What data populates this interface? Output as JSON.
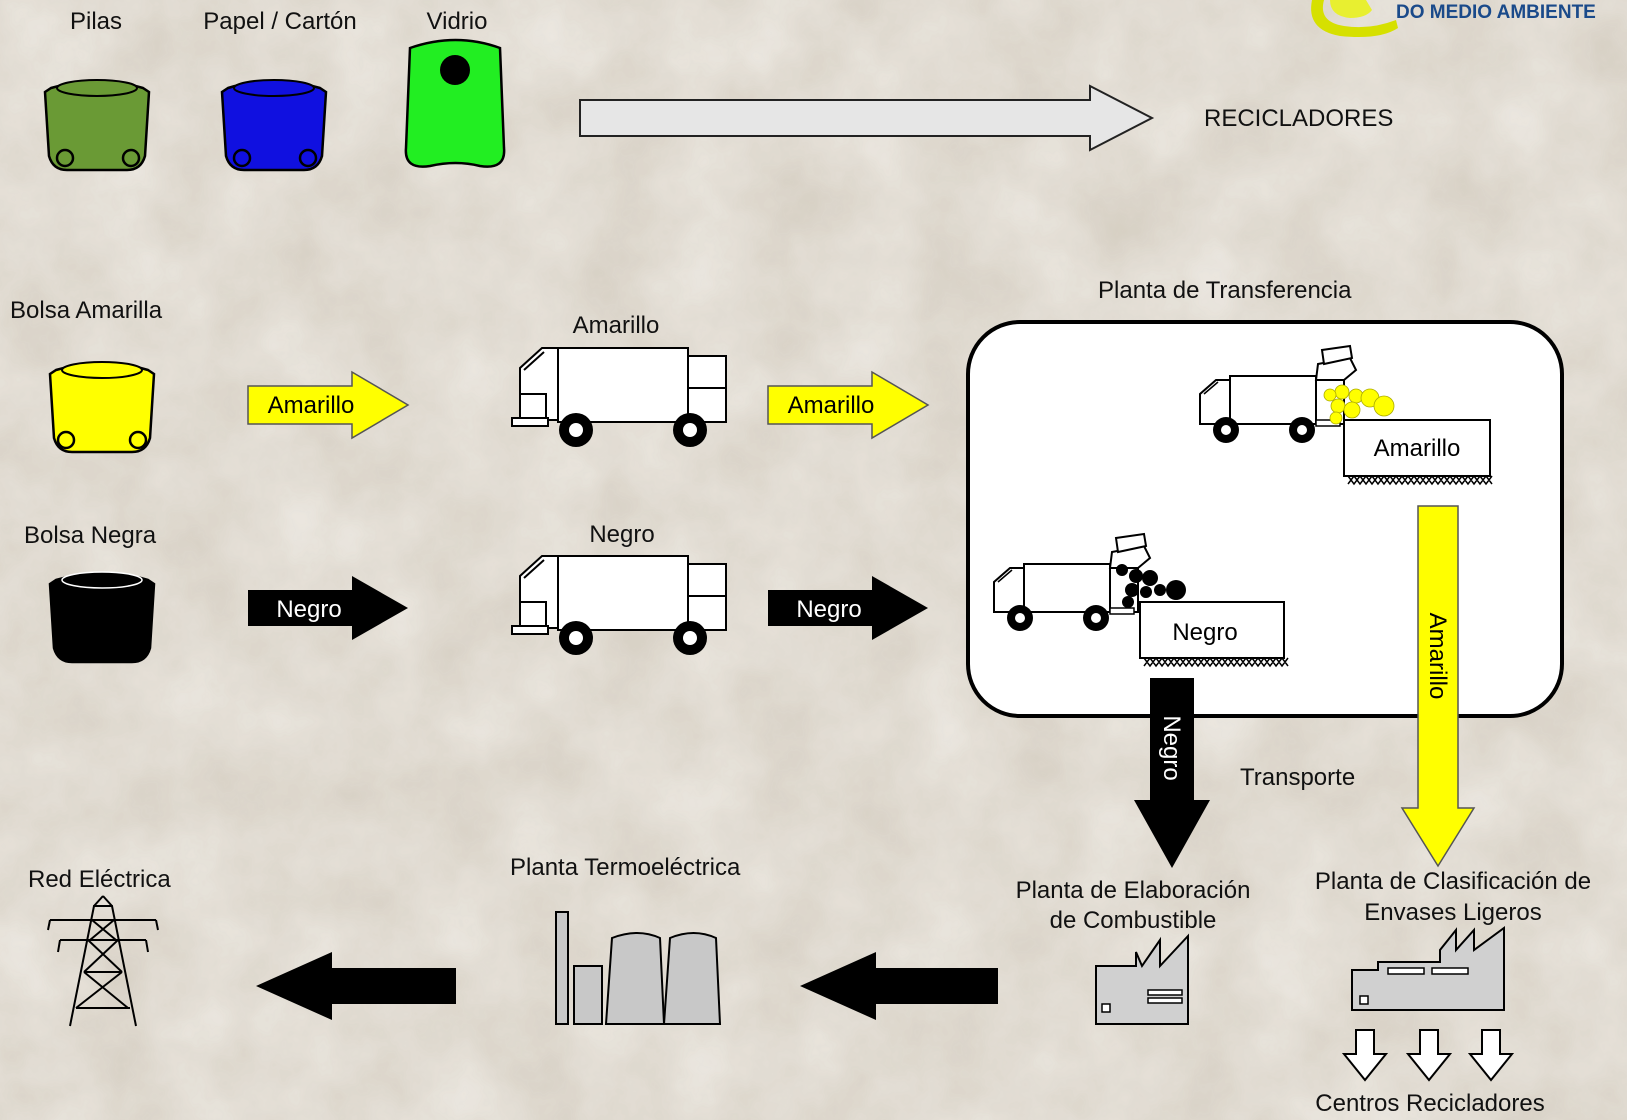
{
  "logo": {
    "text": "DO MEDIO AMBIENTE"
  },
  "bins": {
    "pilas": "Pilas",
    "papel": "Papel / Cartón",
    "vidrio": "Vidrio",
    "bolsa_amarilla": "Bolsa Amarilla",
    "bolsa_negra": "Bolsa Negra"
  },
  "recicladores": "RECICLADORES",
  "flows": {
    "amarillo": "Amarillo",
    "negro": "Negro"
  },
  "trucks": {
    "amarillo_title": "Amarillo",
    "negro_title": "Negro"
  },
  "planta_transferencia": {
    "title": "Planta de Transferencia",
    "hopper_amarillo": "Amarillo",
    "hopper_negro": "Negro"
  },
  "transporte": "Transporte",
  "vertical_arrows": {
    "negro": "Negro",
    "amarillo": "Amarillo"
  },
  "plants": {
    "combustible_line1": "Planta de Elaboración",
    "combustible_line2": "de Combustible",
    "clasificacion_line1": "Planta de Clasificación de",
    "clasificacion_line2": "Envases Ligeros",
    "termoelectrica": "Planta Termoeléctrica",
    "red_electrica": "Red Eléctrica",
    "centros": "Centros Recicladores"
  },
  "colors": {
    "green_bin": "#6a9a35",
    "blue_bin": "#1010e0",
    "glass_bin": "#22ee22",
    "yellow": "#ffff00",
    "black": "#000000",
    "grey_arrow": "#e6e6e6",
    "logo_green": "#d6e000",
    "logo_text": "#1a4a8a"
  }
}
